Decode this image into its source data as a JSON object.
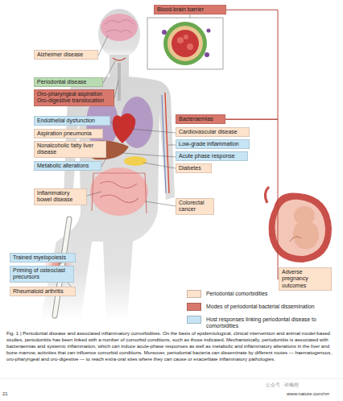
{
  "diagram": {
    "caption": "Fig. 1 | Periodontal disease and associated inflammatory comorbidities. On the basis of epidemiological, clinical intervention and animal model-based studies, periodontitis has been linked with a number of comorbid conditions, such as those indicated. Mechanistically, periodontitis is associated with bacteraemias and systemic inflammation, which can induce acute-phase responses as well as metabolic and inflammatory alterations in the liver and bone marrow, activities that can influence comorbid conditions. Moreover, periodontal bacteria can disseminate by different routes — haematogenous, oro-pharyngeal and oro-digestive — to reach extra-oral sites where they can cause or exacerbate inflammatory pathologies.",
    "nodes": [
      {
        "text": [
          "Blood-brain barrier"
        ]
      },
      {
        "text": [
          "Alzheimer disease"
        ]
      },
      {
        "text": [
          "Periodontal disease"
        ]
      },
      {
        "text": [
          "Oro-pharyngeal aspiration",
          "Oro-digestive translocation"
        ]
      },
      {
        "text": [
          "Endothelial dysfunction"
        ]
      },
      {
        "text": [
          "Bacteraemias"
        ]
      },
      {
        "text": [
          "Aspiration pneumonia"
        ]
      },
      {
        "text": [
          "Cardiovascular disease"
        ]
      },
      {
        "text": [
          "Low-grade inflammation"
        ]
      },
      {
        "text": [
          "Nonalcoholic fatty liver disease"
        ]
      },
      {
        "text": [
          "Acute phase response"
        ]
      },
      {
        "text": [
          "Metabolic alterations"
        ]
      },
      {
        "text": [
          "Diabetes"
        ]
      },
      {
        "text": [
          "Inflammatory bowel disease"
        ]
      },
      {
        "text": [
          "Colorectal cancer"
        ]
      },
      {
        "text": [
          "Adverse pregnancy outcomes"
        ]
      },
      {
        "text": [
          "Trained myelopoiesis"
        ]
      },
      {
        "text": [
          "Priming of osteoclast precursors"
        ]
      },
      {
        "text": [
          "Rheumatoid arthritis"
        ]
      }
    ],
    "edges": [
      {
        "from": 5,
        "to": 0,
        "arrow": "none"
      },
      {
        "from": 5,
        "to": 15,
        "arrow": "none"
      }
    ],
    "labels": [
      "21",
      "www.nature.com/nrr",
      "公众号 · 许楓楷"
    ],
    "legend": [
      {
        "text": "Periodontal comorbidities",
        "color": "#fde2cc"
      },
      {
        "text": "Modes of periodontal bacterial dissemination",
        "color": "#d8786c"
      },
      {
        "text": "Host responses linking periodontal disease to comorbidities",
        "color": "#c6e4f4"
      }
    ]
  }
}
